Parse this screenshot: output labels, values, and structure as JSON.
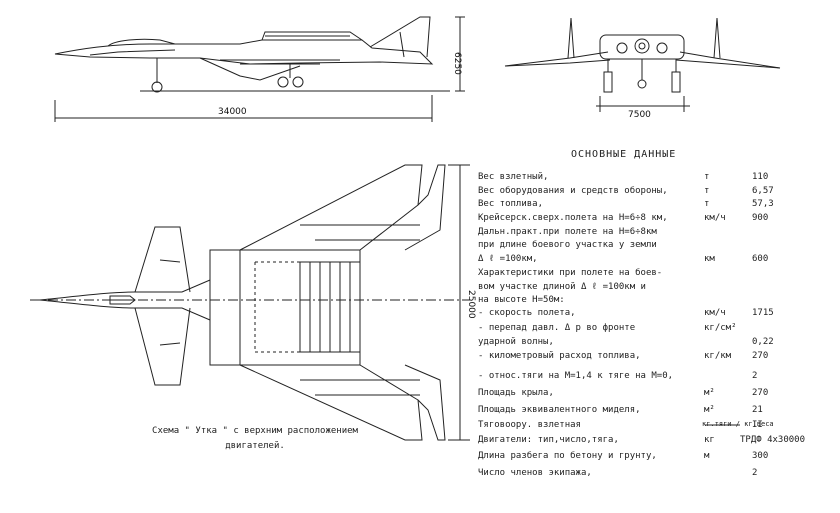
{
  "dimensions": {
    "side_height": "6250",
    "side_length": "34000",
    "front_width": "7500",
    "top_span": "25000"
  },
  "spec": {
    "title": "ОСНОВНЫЕ ДАННЫЕ",
    "rows": [
      {
        "param": "Вес взлетный,",
        "unit": "т",
        "value": "110"
      },
      {
        "param": "Вес оборудования и средств обороны,",
        "unit": "т",
        "value": "6,57"
      },
      {
        "param": "Вес топлива,",
        "unit": "т",
        "value": "57,3"
      },
      {
        "param": "Крейсерск.сверх.полета на Н=6÷8 км,",
        "unit": "км/ч",
        "value": "900"
      },
      {
        "param": "Дальн.практ.при полете на Н=6÷8км",
        "unit": "",
        "value": ""
      },
      {
        "param": "при длине боевого участка у земли",
        "unit": "",
        "value": ""
      },
      {
        "param": "Δ ℓ =100км,",
        "unit": "км",
        "value": "600"
      },
      {
        "param": "Характеристики при полете на боев-",
        "unit": "",
        "value": ""
      },
      {
        "param": "вом участке длиной Δ ℓ =100км и",
        "unit": "",
        "value": ""
      },
      {
        "param": "на высоте Н=50м:",
        "unit": "",
        "value": ""
      },
      {
        "param": "- скорость полета,",
        "unit": "км/ч",
        "value": "1715"
      },
      {
        "param": "- перепад давл. Δ р во фронте",
        "unit": "кг/см²",
        "value": ""
      },
      {
        "param": "ударной волны,",
        "unit": "",
        "value": "0,22"
      },
      {
        "param": "- километровый расход топлива,",
        "unit": "кг/км",
        "value": "270"
      },
      {
        "param": "- относ.тяги на М=1,4 к тяге на М=0,",
        "unit": "",
        "value": "2"
      },
      {
        "param": "Площадь крыла,",
        "unit": "м²",
        "value": "270"
      },
      {
        "param": "Площадь эквивалентного миделя,",
        "unit": "м²",
        "value": "21"
      },
      {
        "param": "Тяговоору. взлетная",
        "unit": "кг.тяги / кг.веса",
        "value": "II"
      },
      {
        "param": "Двигатели: тип,число,тяга,",
        "unit": "кг",
        "value": "ТРДФ 4х30000"
      },
      {
        "param": "Длина разбега по бетону и грунту,",
        "unit": "м",
        "value": "300"
      },
      {
        "param": "Число членов экипажа,",
        "unit": "",
        "value": "2"
      }
    ]
  },
  "caption": {
    "line1": "Схема \" Утка \" с верхним расположением",
    "line2": "двигателей."
  }
}
